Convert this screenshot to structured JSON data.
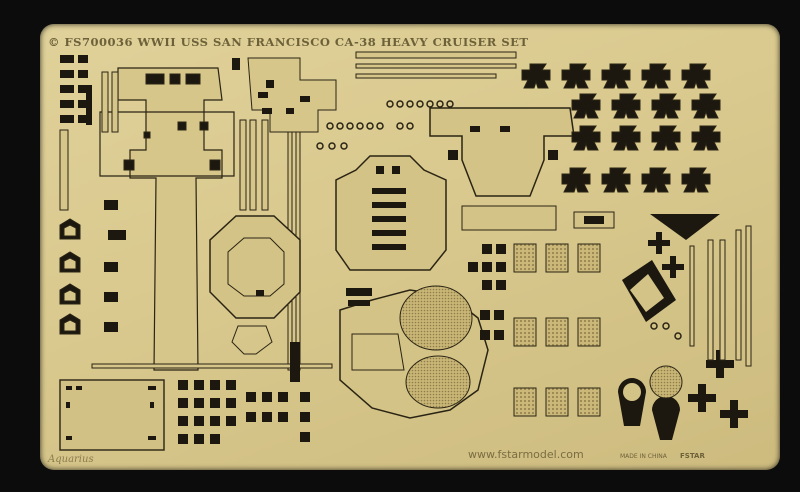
{
  "sheet": {
    "title": "© FS700036 WWII USS SAN FRANCISCO CA-38 HEAVY CRUISER SET",
    "website": "www.fstarmodel.com",
    "brand_left": "Aquarius",
    "made_in": "MADE IN CHINA",
    "brand_right": "FSTAR",
    "material_color": "#d9c98e",
    "cutout_color": "#1a1710"
  }
}
